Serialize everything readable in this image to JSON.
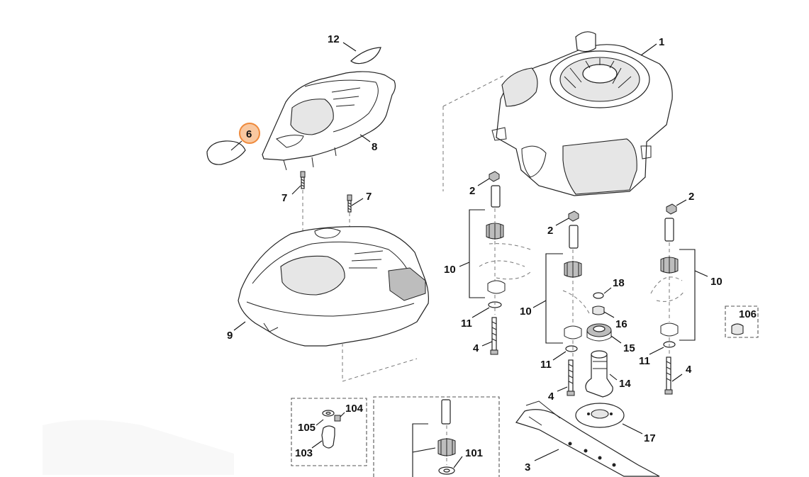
{
  "highlight_color": "#ef8a3c",
  "highlighted_part": "6",
  "callouts": {
    "c1": "1",
    "c2a": "2",
    "c2b": "2",
    "c2c": "2",
    "c3": "3",
    "c4a": "4",
    "c4b": "4",
    "c4c": "4",
    "c6": "6",
    "c7a": "7",
    "c7b": "7",
    "c8": "8",
    "c9": "9",
    "c10a": "10",
    "c10b": "10",
    "c10c": "10",
    "c11a": "11",
    "c11b": "11",
    "c11c": "11",
    "c12": "12",
    "c14": "14",
    "c15": "15",
    "c16": "16",
    "c17": "17",
    "c18": "18",
    "c101": "101",
    "c103": "103",
    "c104": "104",
    "c105": "105",
    "c106": "106"
  }
}
